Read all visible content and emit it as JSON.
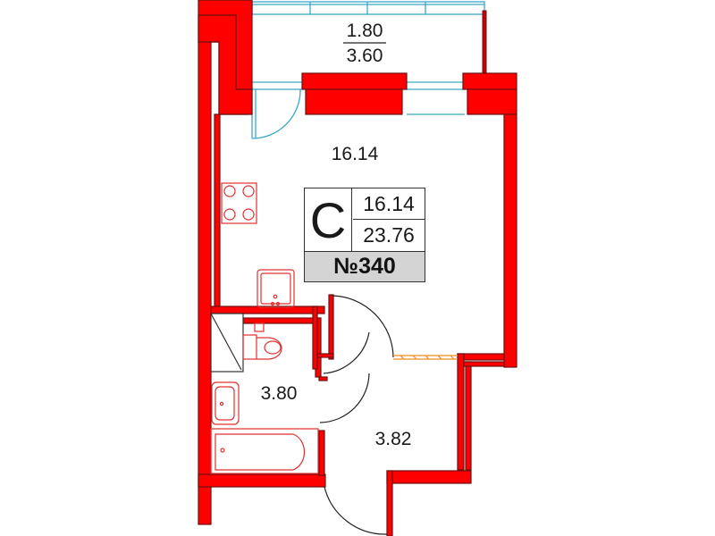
{
  "plan": {
    "balcony": {
      "area": "1.80",
      "total": "3.60"
    },
    "rooms": [
      {
        "name": "living-room",
        "area": "16.14"
      },
      {
        "name": "bathroom",
        "area": "3.80"
      },
      {
        "name": "hallway",
        "area": "3.82"
      }
    ],
    "info_box": {
      "type": "C",
      "living_area": "16.14",
      "total_area": "23.76",
      "apartment_number": "№340"
    }
  },
  "colors": {
    "wall": "#ff0000",
    "wall_outline": "#6b1010",
    "window": "#3aa6c8",
    "fixture": "#e03030",
    "threshold": "#f08a24",
    "info_number_bg": "#d4d4d4"
  }
}
